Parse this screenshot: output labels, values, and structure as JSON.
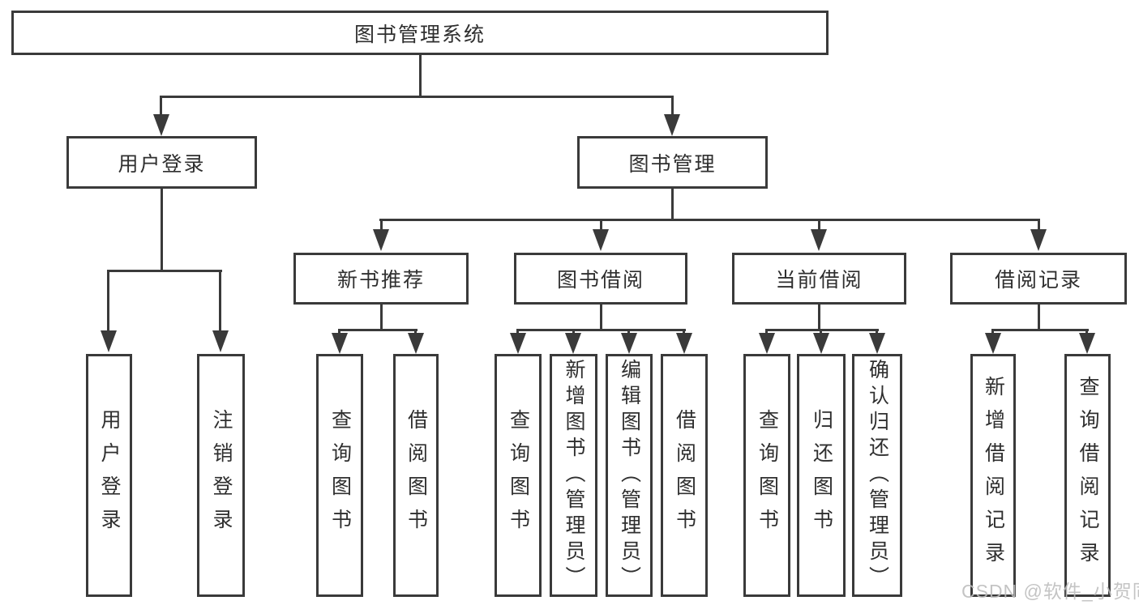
{
  "root": {
    "label": "图书管理系统"
  },
  "branches": [
    {
      "label": "用户登录",
      "children": [
        {
          "label": "用户登录"
        },
        {
          "label": "注销登录"
        }
      ]
    },
    {
      "label": "图书管理",
      "children": [
        {
          "label": "新书推荐",
          "children": [
            {
              "label": "查询图书"
            },
            {
              "label": "借阅图书"
            }
          ]
        },
        {
          "label": "图书借阅",
          "children": [
            {
              "label": "查询图书"
            },
            {
              "label": "新增图书（管理员）"
            },
            {
              "label": "编辑图书（管理员）"
            },
            {
              "label": "借阅图书"
            }
          ]
        },
        {
          "label": "当前借阅",
          "children": [
            {
              "label": "查询图书"
            },
            {
              "label": "归还图书"
            },
            {
              "label": "确认归还（管理员）"
            }
          ]
        },
        {
          "label": "借阅记录",
          "children": [
            {
              "label": "新增借阅记录"
            },
            {
              "label": "查询借阅记录"
            }
          ]
        }
      ]
    }
  ],
  "watermark": {
    "text": "CSDN @软件_小贺同学"
  },
  "colors": {
    "line": "#3a3a3a",
    "text": "#2f2f2f",
    "background": "#ffffff",
    "watermark": "#bdbdbd"
  }
}
